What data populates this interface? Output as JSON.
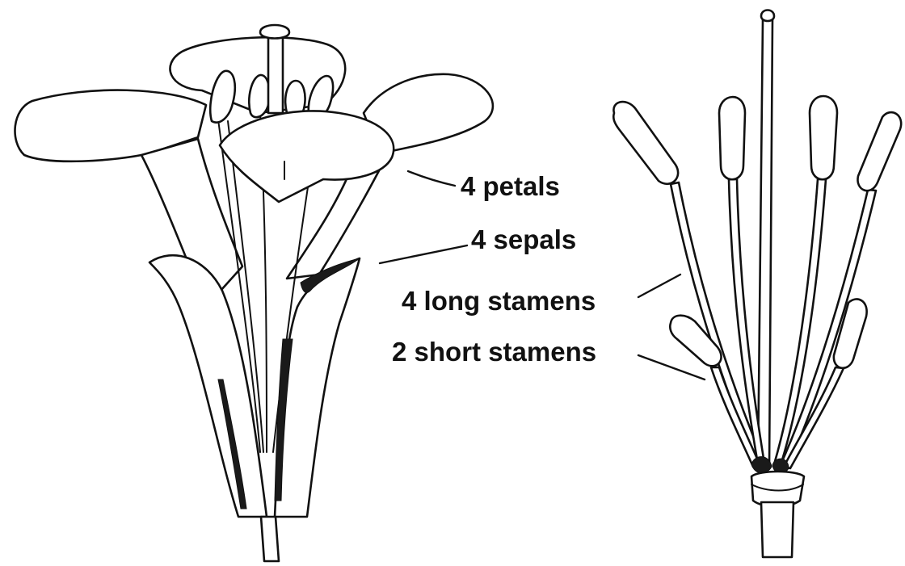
{
  "labels": {
    "petals": "4 petals",
    "sepals": "4 sepals",
    "long_stamens": "4 long stamens",
    "short_stamens": "2 short stamens"
  },
  "colors": {
    "ink": "#111111",
    "background": "#ffffff"
  }
}
